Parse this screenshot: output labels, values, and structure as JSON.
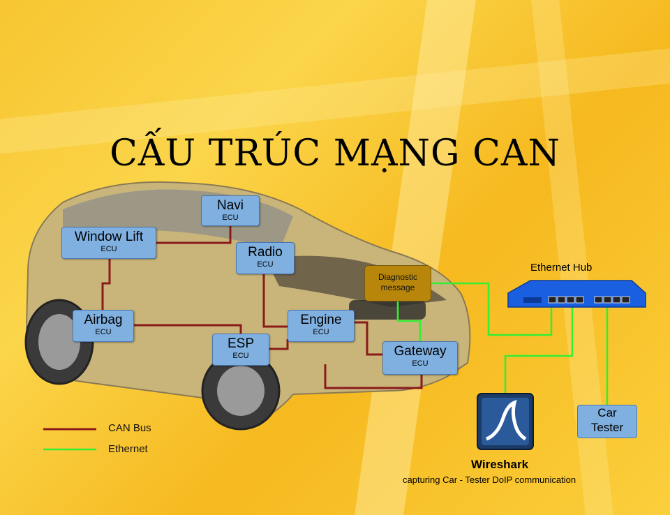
{
  "title": "CẤU TRÚC MẠNG CAN",
  "ecus": {
    "navi": {
      "name": "Navi",
      "sub": "ECU"
    },
    "window_lift": {
      "name": "Window Lift",
      "sub": "ECU"
    },
    "radio": {
      "name": "Radio",
      "sub": "ECU"
    },
    "airbag": {
      "name": "Airbag",
      "sub": "ECU"
    },
    "engine": {
      "name": "Engine",
      "sub": "ECU"
    },
    "esp": {
      "name": "ESP",
      "sub": "ECU"
    },
    "gateway": {
      "name": "Gateway",
      "sub": "ECU"
    }
  },
  "diagnostic": {
    "line1": "Diagnostic",
    "line2": "message"
  },
  "hub": {
    "label": "Ethernet Hub"
  },
  "tester": {
    "line1": "Car",
    "line2": "Tester"
  },
  "wireshark": {
    "name": "Wireshark",
    "caption": "capturing Car - Tester DoIP communication"
  },
  "legend": {
    "can": "CAN Bus",
    "ethernet": "Ethernet"
  },
  "colors": {
    "can_bus": "#8b1a1a",
    "ethernet": "#33ee33",
    "ecu": "#7fb0e0",
    "hub": "#1a5fe0"
  }
}
